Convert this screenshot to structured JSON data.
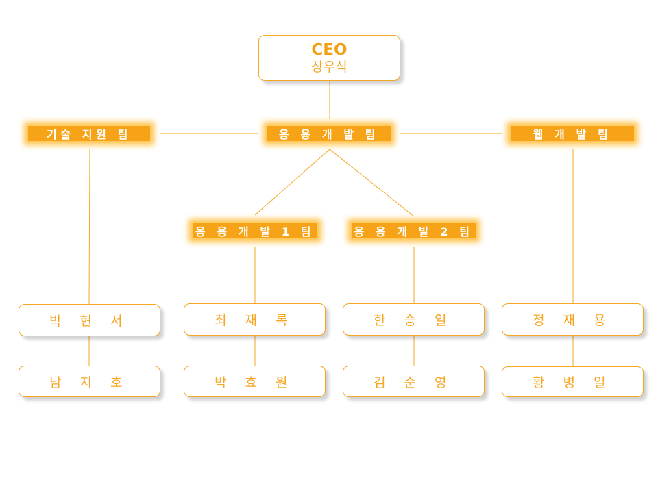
{
  "ceo": {
    "title": "CEO",
    "name": "장우식"
  },
  "teams": {
    "tech_support": "기술 지원 팀",
    "app_dev": "응 용 개 발 팀",
    "web_dev": "웹 개 발 팀",
    "app_dev_1": "응 용 개 발 1 팀",
    "app_dev_2": "응 용 개 발 2 팀"
  },
  "members": {
    "tech_support": [
      "박 현 서",
      "남 지 호"
    ],
    "app_dev_1": [
      "최 재 록",
      "박 효 원"
    ],
    "app_dev_2": [
      "한 승 일",
      "김 순 영"
    ],
    "web_dev": [
      "정 재 용",
      "황 병 일"
    ]
  },
  "colors": {
    "accent": "#f5a623",
    "team_fill": "#f7a317",
    "team_text": "#ffffff"
  }
}
